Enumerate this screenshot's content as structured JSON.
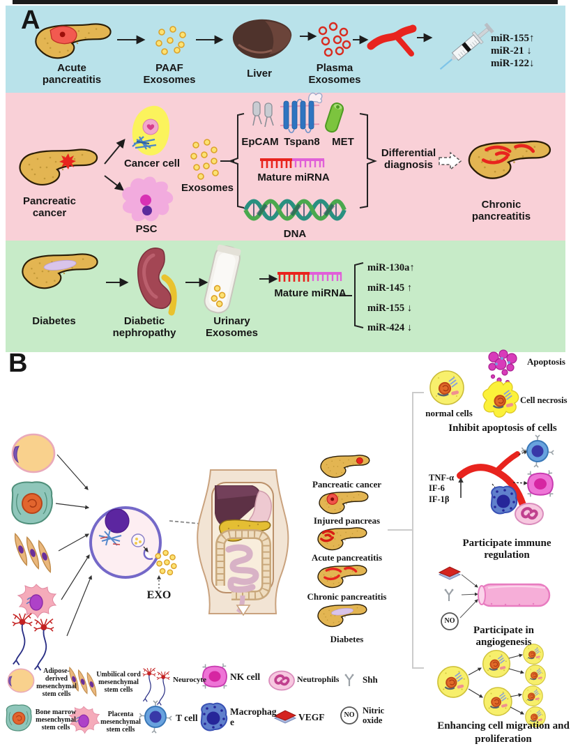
{
  "colors": {
    "band_acute": "#b9e2ea",
    "band_cancer": "#f9d0d7",
    "band_diabetes": "#c7ebc8",
    "vessel_red": "#e8241e",
    "exosome_yellow": "#fce273",
    "mirna_magenta": "#e060d8"
  },
  "panelA": {
    "label": "A",
    "band1": {
      "pancreas_label": "Acute\npancreatitis",
      "exosomes_label": "PAAF\nExosomes",
      "liver_label": "Liver",
      "plasma_label": "Plasma\nExosomes",
      "mirnas": [
        "miR-155↑",
        "miR-21 ↓",
        "miR-122↓"
      ]
    },
    "band2": {
      "pancreas_label": "Pancreatic\ncancer",
      "cancer_cell_label": "Cancer cell",
      "psc_label": "PSC",
      "exosomes_label": "Exosomes",
      "marker1": "EpCAM",
      "marker2": "Tspan8",
      "marker3": "MET",
      "mirna_label": "Mature miRNA",
      "dna_label": "DNA",
      "diagnosis_label": "Differential\ndiagnosis",
      "result_label": "Chronic\npancreatitis"
    },
    "band3": {
      "pancreas_label": "Diabetes",
      "kidney_label": "Diabetic\nnephropathy",
      "tube_label": "Urinary\nExosomes",
      "mirna_label": "Mature miRNA",
      "mirnas": [
        "miR-130a↑",
        "miR-145 ↑",
        "miR-155 ↓",
        "miR-424 ↓"
      ]
    }
  },
  "panelB": {
    "label": "B",
    "exo_label": "EXO",
    "diseases": [
      "Pancreatic cancer",
      "Injured pancreas",
      "Acute pancreatitis",
      "Chronic pancreatitis",
      "Diabetes"
    ],
    "apoptosis_label": "Apoptosis",
    "normal_cells_label": "normal cells",
    "necrosis_label": "Cell necrosis",
    "heading_apoptosis": "Inhibit apoptosis of cells",
    "cytokines": "TNF-α\nIF-6\nIF-1β",
    "heading_immune": "Participate immune regulation",
    "no_label": "NO",
    "heading_angiogenesis": "Participate in angiogenesis",
    "heading_proliferation": "Enhancing cell migration and\nproliferation",
    "legend": [
      {
        "label": "Adipose-\nderived\nmesenchymal\nstem cells"
      },
      {
        "label": "Umbilical cord\nmesenchymal\nstem cells"
      },
      {
        "label": "Neurocyte"
      },
      {
        "label": "NK cell"
      },
      {
        "label": "Neutrophils"
      },
      {
        "label": "Shh"
      },
      {
        "label": "Bone marrow\nmesenchymal\nstem cells"
      },
      {
        "label": "Placenta\nmesenchymal\nstem cells"
      },
      {
        "label": "T cell"
      },
      {
        "label": "Macrophag\ne"
      },
      {
        "label": "VEGF"
      },
      {
        "label": "Nitric\noxide"
      }
    ]
  }
}
